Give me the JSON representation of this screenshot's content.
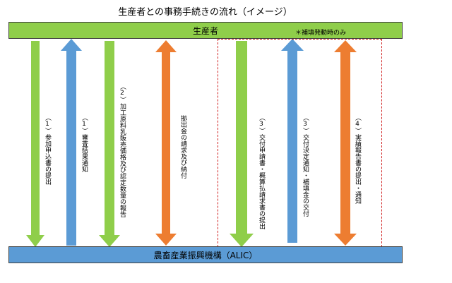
{
  "title": "生産者との事務手続きの流れ（イメージ）",
  "top_bar": {
    "label": "生産者"
  },
  "bottom_bar": {
    "label": "農畜産業振興機構（ALIC）"
  },
  "note": "＊補填発動時のみ",
  "arrows": [
    {
      "id": "arrow-1",
      "color": "#8fce4a",
      "direction": "down",
      "label": "（1）参加申込書の提出"
    },
    {
      "id": "arrow-2",
      "color": "#5b9bd5",
      "direction": "up",
      "label": "（1）審査結果通知"
    },
    {
      "id": "arrow-3",
      "color": "#8fce4a",
      "direction": "down",
      "label": "（2）加工原料乳販売価格及び認定数量の報告"
    },
    {
      "id": "arrow-4",
      "color": "#ed7d31",
      "direction": "both",
      "label": "拠出金の請求及び納付"
    },
    {
      "id": "arrow-5",
      "color": "#8fce4a",
      "direction": "down",
      "label": "（3）交付申請書・概算払請求書の提出"
    },
    {
      "id": "arrow-6",
      "color": "#5b9bd5",
      "direction": "up",
      "label": "（3）交付決定通知・補填金の交付"
    },
    {
      "id": "arrow-7",
      "color": "#ed7d31",
      "direction": "both",
      "label": "（4）実績報告書の提出・通知"
    }
  ]
}
